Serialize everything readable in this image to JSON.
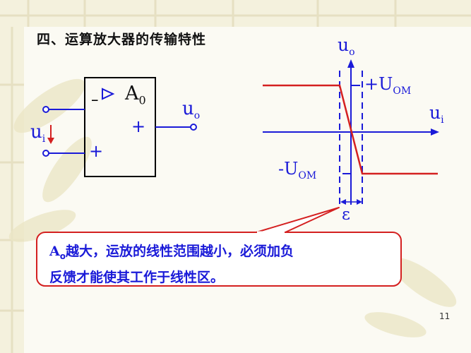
{
  "title": "四、运算放大器的传输特性",
  "opamp": {
    "gain_main": "A",
    "gain_sub": "0",
    "minus_sign": "_",
    "plus_sign_out": "+",
    "plus_sign_in": "+",
    "output_main": "u",
    "output_sub": "o",
    "input_main": "u",
    "input_sub": "i"
  },
  "graph": {
    "y_axis_main": "u",
    "y_axis_sub": "o",
    "x_axis_main": "u",
    "x_axis_sub": "i",
    "pos_sat_prefix": "+U",
    "pos_sat_sub": "OM",
    "neg_sat_prefix": "-U",
    "neg_sat_sub": "OM",
    "epsilon": "ε"
  },
  "callout": {
    "subject_main": "A",
    "subject_sub": "o",
    "line1_rest": "越大，运放的线性范围越小，必须加负",
    "line2": "反馈才能使其工作于线性区。"
  },
  "page_number": "11",
  "colors": {
    "blue": "#1a1ad8",
    "red": "#d42020",
    "black": "#000000",
    "background": "#fbfaf3"
  }
}
